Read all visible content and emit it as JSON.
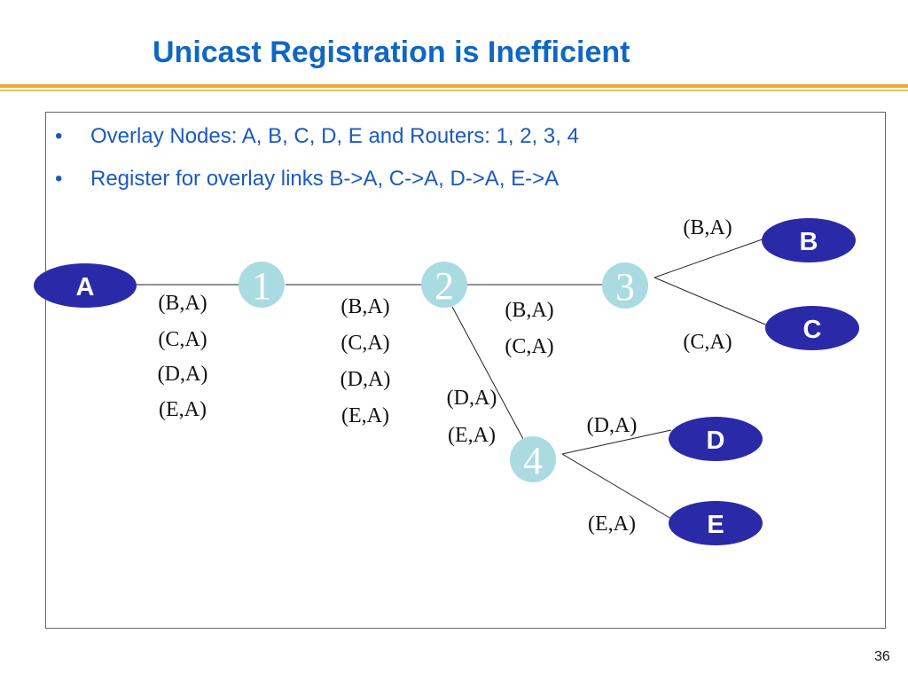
{
  "slide": {
    "title": "Unicast Registration is Inefficient",
    "bullets": [
      "Overlay Nodes: A, B, C, D, E and Routers: 1, 2, 3, 4",
      "Register for overlay links B->A, C->A, D->A, E->A"
    ],
    "bullet_symbol": "•",
    "page_number": "36"
  },
  "diagram": {
    "overlay_nodes": [
      "A",
      "B",
      "C",
      "D",
      "E"
    ],
    "routers": [
      "1",
      "2",
      "3",
      "4"
    ],
    "link_labels": {
      "a_1": [
        "(B,A)",
        "(C,A)",
        "(D,A)",
        "(E,A)"
      ],
      "r1_r2": [
        "(B,A)",
        "(C,A)",
        "(D,A)",
        "(E,A)"
      ],
      "r2_r3": [
        "(B,A)",
        "(C,A)"
      ],
      "r2_r4": [
        "(D,A)",
        "(E,A)"
      ],
      "r3_b": [
        "(B,A)"
      ],
      "r3_c": [
        "(C,A)"
      ],
      "r4_d": [
        "(D,A)"
      ],
      "r4_e": [
        "(E,A)"
      ]
    },
    "colors": {
      "overlay_node_fill": "#2a2aa8",
      "router_fill": "#a9dbe0",
      "title": "#0f67c4",
      "bullet_text": "#1a5ac0",
      "accent_rule": "#f0a830"
    }
  }
}
